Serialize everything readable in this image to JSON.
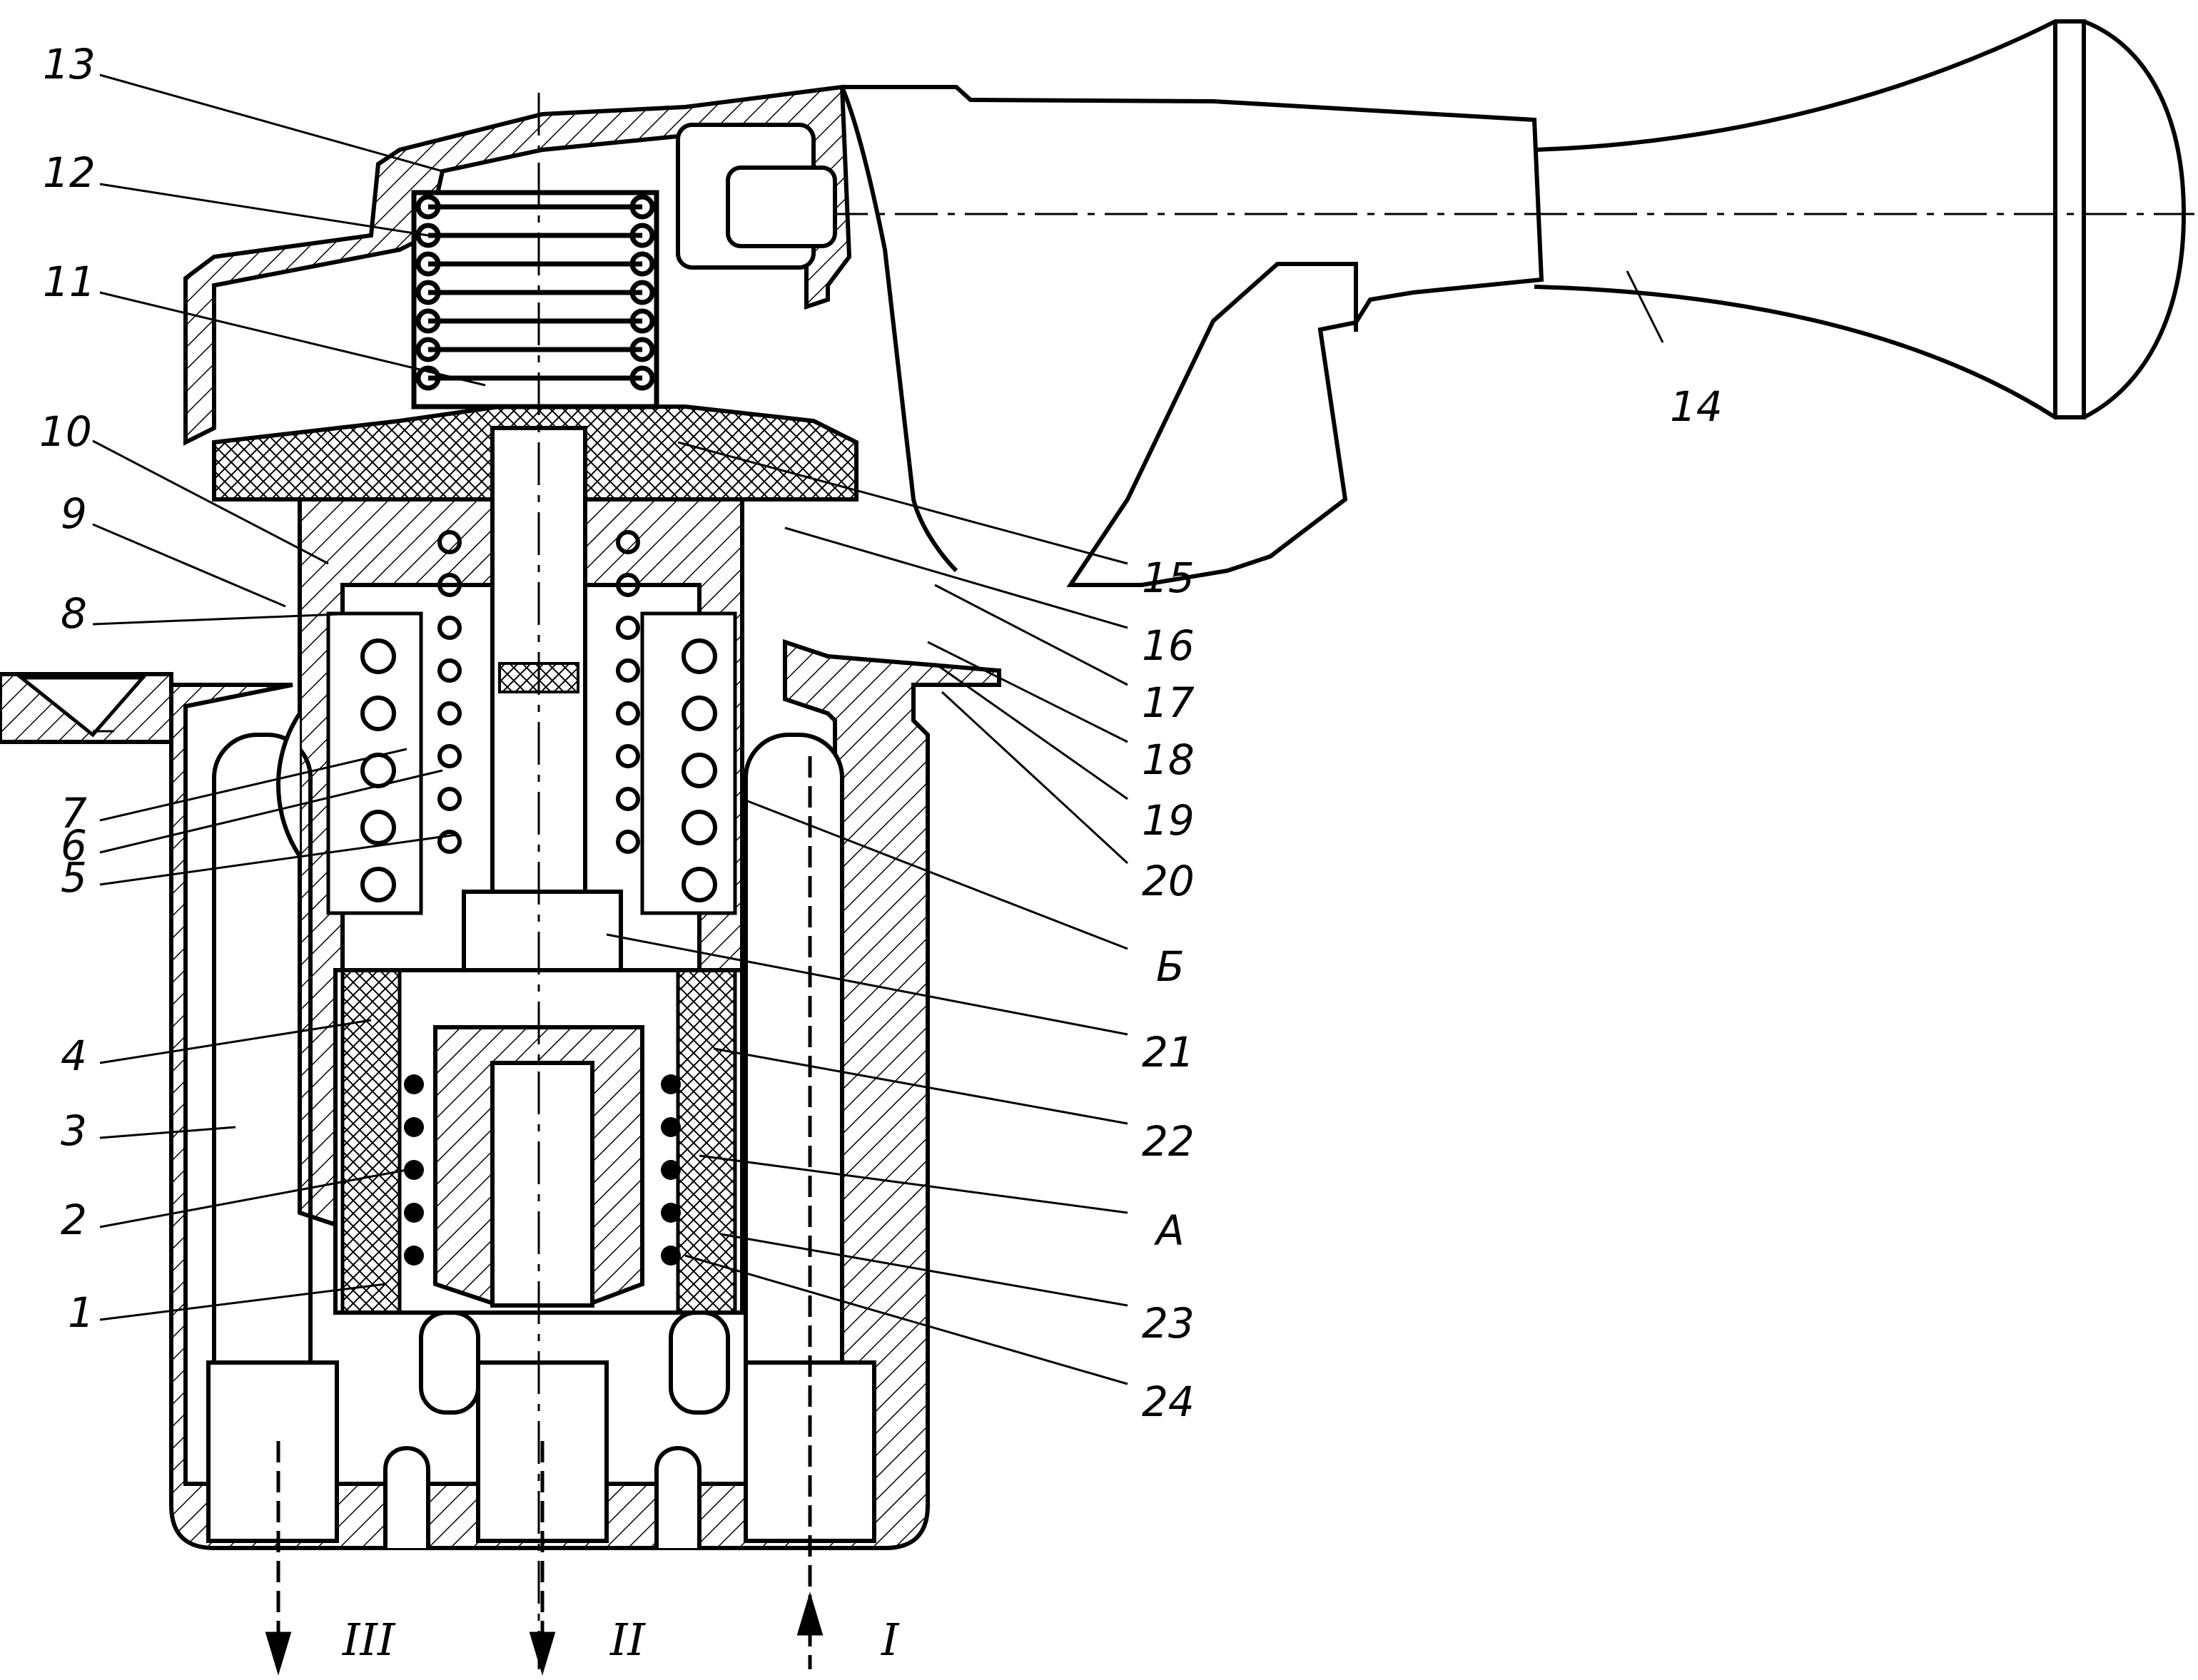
{
  "diagram": {
    "ink_color": "#000000",
    "background_color": "#ffffff",
    "callouts": [
      {
        "id": "c1",
        "label": "1"
      },
      {
        "id": "c2",
        "label": "2"
      },
      {
        "id": "c3",
        "label": "3"
      },
      {
        "id": "c4",
        "label": "4"
      },
      {
        "id": "c5",
        "label": "5"
      },
      {
        "id": "c6",
        "label": "6"
      },
      {
        "id": "c7",
        "label": "7"
      },
      {
        "id": "c8",
        "label": "8"
      },
      {
        "id": "c9",
        "label": "9"
      },
      {
        "id": "c10",
        "label": "10"
      },
      {
        "id": "c11",
        "label": "11"
      },
      {
        "id": "c12",
        "label": "12"
      },
      {
        "id": "c13",
        "label": "13"
      },
      {
        "id": "c14",
        "label": "14"
      },
      {
        "id": "c15",
        "label": "15"
      },
      {
        "id": "c16",
        "label": "16"
      },
      {
        "id": "c17",
        "label": "17"
      },
      {
        "id": "c18",
        "label": "18"
      },
      {
        "id": "c19",
        "label": "19"
      },
      {
        "id": "c20",
        "label": "20"
      },
      {
        "id": "c21",
        "label": "21"
      },
      {
        "id": "c22",
        "label": "22"
      },
      {
        "id": "c23",
        "label": "23"
      },
      {
        "id": "c24",
        "label": "24"
      },
      {
        "id": "cA",
        "label": "А"
      },
      {
        "id": "cB",
        "label": "Б"
      }
    ],
    "ports": [
      {
        "id": "p3",
        "label": "III",
        "flow": "out"
      },
      {
        "id": "p2",
        "label": "II",
        "flow": "out"
      },
      {
        "id": "p1",
        "label": "I",
        "flow": "in"
      }
    ]
  }
}
